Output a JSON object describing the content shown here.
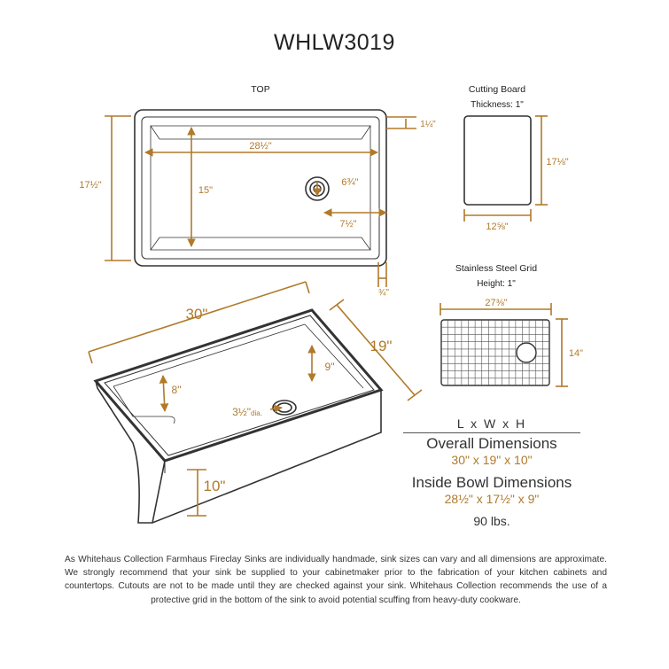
{
  "title": "WHLW3019",
  "top_view": {
    "label": "TOP",
    "dims": {
      "depth_outer": "17½\"",
      "length_inner": "28½\"",
      "width_inner": "15\"",
      "rim": "1¼\"",
      "drain_from_side": "6¾\"",
      "drain_from_back": "7½\"",
      "lip": "¾\""
    }
  },
  "cutting_board": {
    "label": "Cutting Board",
    "thickness": "Thickness: 1\"",
    "length": "17⅛\"",
    "width": "12⅝\""
  },
  "grid": {
    "label": "Stainless Steel Grid",
    "height": "Height: 1\"",
    "length": "27⅜\"",
    "width": "14\""
  },
  "iso_view": {
    "length": "30\"",
    "width": "19\"",
    "apron_height": "10\"",
    "bowl_depth_front": "8\"",
    "bowl_depth_back": "9\"",
    "drain": "3½\"",
    "drain_suffix": "dia."
  },
  "summary": {
    "header": "L x W x H",
    "overall_title": "Overall Dimensions",
    "overall_value": "30\" x 19\" x 10\"",
    "inside_title": "Inside Bowl Dimensions",
    "inside_value": "28½\" x 17½\" x 9\"",
    "weight": "90 lbs."
  },
  "disclaimer": "As Whitehaus Collection Farmhaus Fireclay Sinks are individually handmade, sink sizes can vary and all dimensions are approximate. We strongly recommend that your sink be supplied to your cabinetmaker prior to the fabrication of your kitchen cabinets and countertops. Cutouts are not to be made until they are checked against your sink. Whitehaus Collection recommends the use of a protective grid in the bottom of the sink to avoid potential scuffing from heavy-duty cookware.",
  "colors": {
    "dimension": "#b07a2a",
    "outline": "#333333"
  }
}
